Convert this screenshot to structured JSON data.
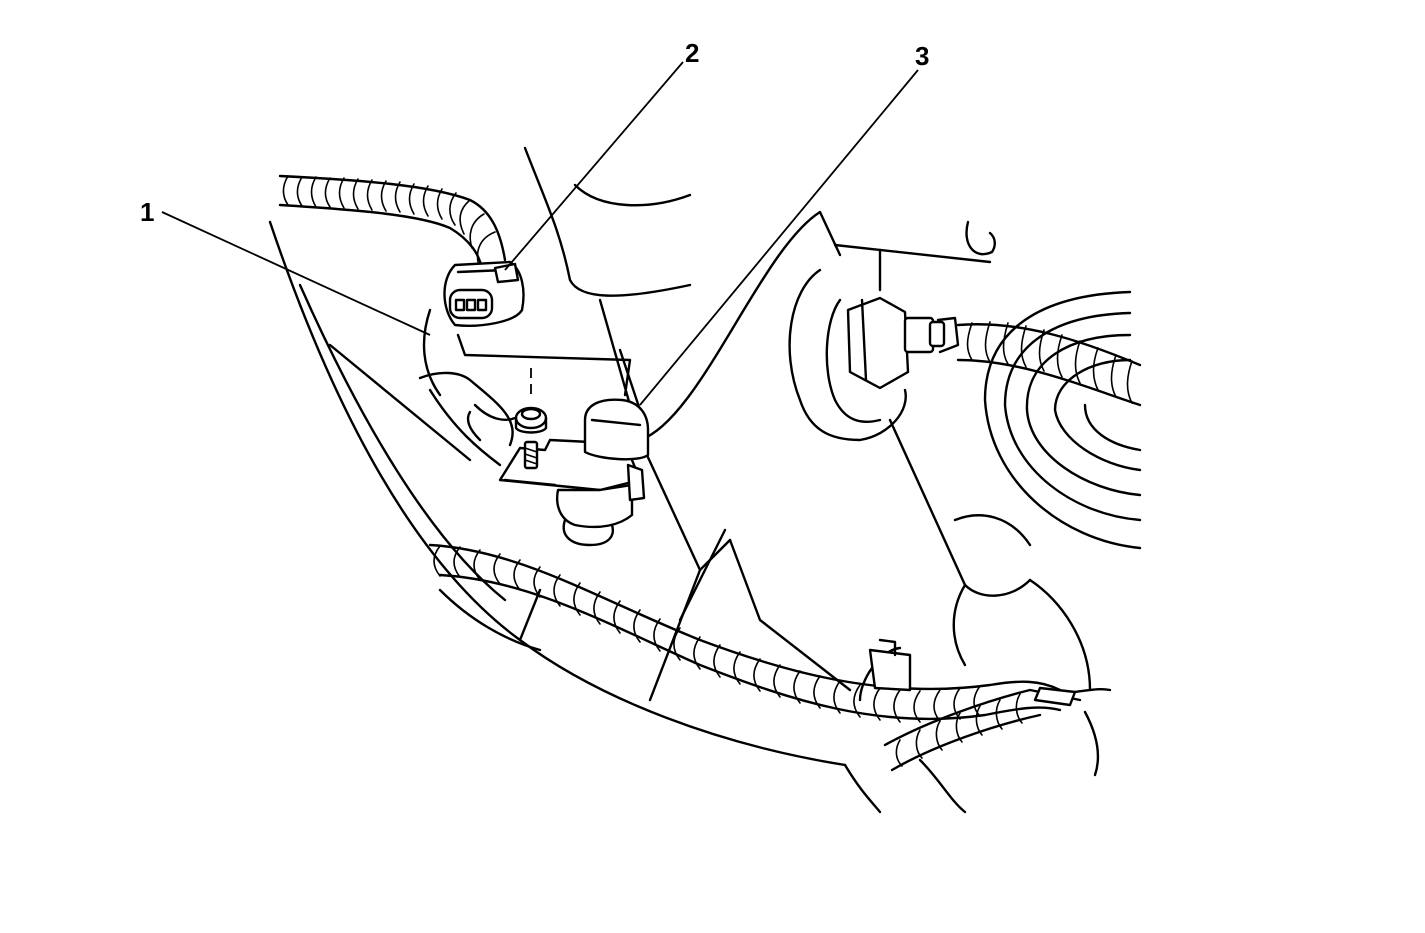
{
  "callouts": {
    "label_1": "1",
    "label_2": "2",
    "label_3": "3"
  },
  "icons": {
    "connector": "electrical-connector",
    "sensor": "sensor-with-mounting-bracket",
    "fastener": "nut-and-stud"
  },
  "colors": {
    "line": "#000000",
    "background": "#ffffff"
  }
}
